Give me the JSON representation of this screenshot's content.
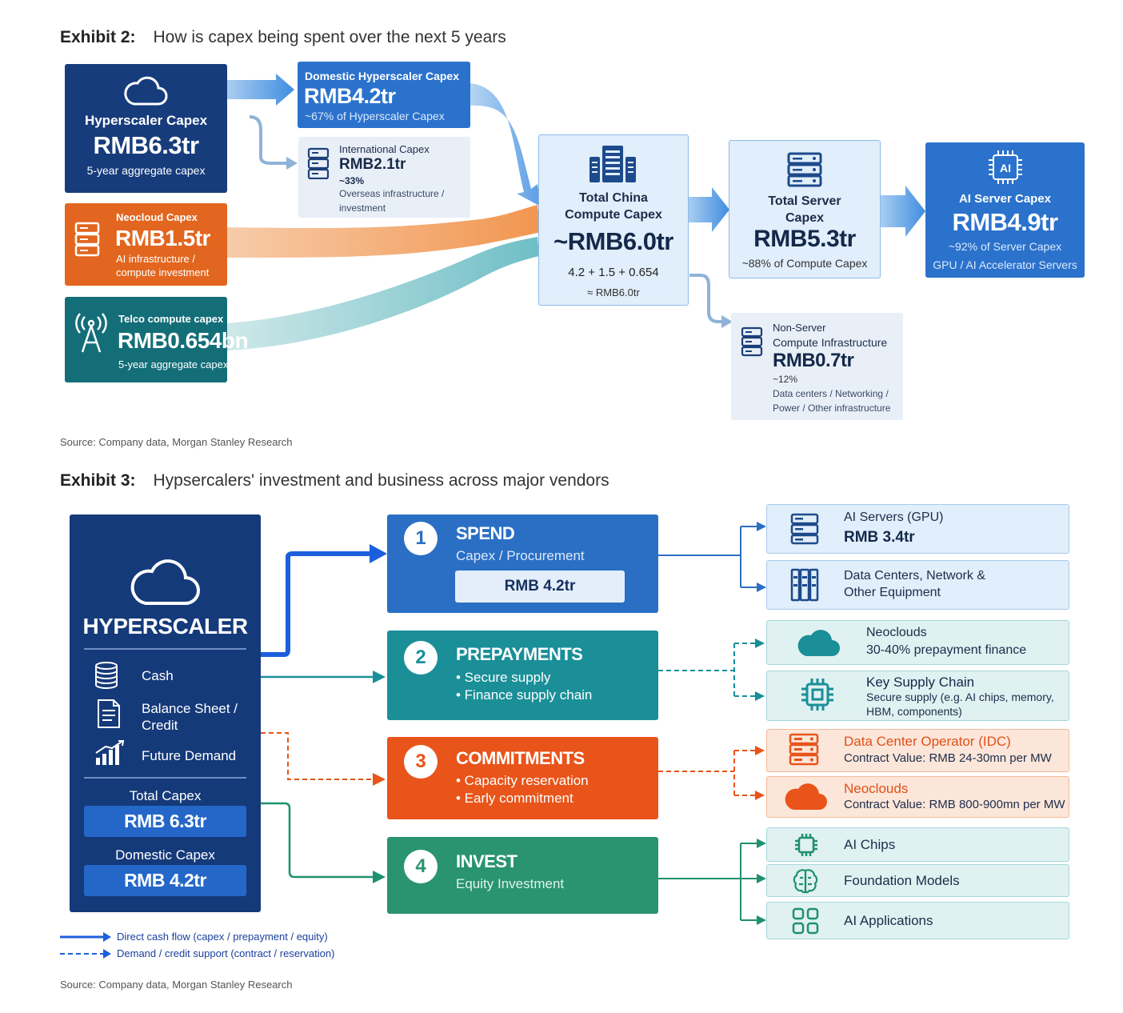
{
  "exhibit2": {
    "label": "Exhibit 2:",
    "title": "How is capex being spent over the next 5 years",
    "hyperscaler": {
      "title": "Hyperscaler Capex",
      "value": "RMB6.3tr",
      "sub": "5-year aggregate capex",
      "icon": "cloud-icon"
    },
    "neocloud": {
      "title": "Neocloud Capex",
      "value": "RMB1.5tr",
      "sub1": "AI infrastructure /",
      "sub2": "compute investment",
      "icon": "server-icon"
    },
    "telco": {
      "title": "Telco compute capex",
      "value": "RMB0.654bn",
      "sub": "5-year aggregate capex",
      "icon": "antenna-icon"
    },
    "domestic": {
      "title": "Domestic Hyperscaler Capex",
      "value": "RMB4.2tr",
      "sub": "~67% of Hyperscaler Capex"
    },
    "international": {
      "title": "International Capex",
      "value": "RMB2.1tr",
      "pct": "~33%",
      "sub1": "Overseas infrastructure /",
      "sub2": "investment",
      "icon": "server-rack-icon"
    },
    "total_china": {
      "title1": "Total China",
      "title2": "Compute Capex",
      "value": "~RMB6.0tr",
      "calc": "4.2 + 1.5 + 0.654",
      "approx": "≈ RMB6.0tr",
      "icon": "datacenter-icon"
    },
    "total_server": {
      "title1": "Total Server",
      "title2": "Capex",
      "value": "RMB5.3tr",
      "sub": "~88% of Compute Capex",
      "icon": "server-icon"
    },
    "ai_server": {
      "title": "AI Server Capex",
      "value": "RMB4.9tr",
      "sub1": "~92% of Server Capex",
      "sub2": "GPU / AI Accelerator Servers",
      "icon": "ai-chip-icon",
      "chip_text": "AI"
    },
    "non_server": {
      "title1": "Non-Server",
      "title2": "Compute Infrastructure",
      "value": "RMB0.7tr",
      "pct": "~12%",
      "sub1": "Data centers / Networking /",
      "sub2": "Power / Other infrastructure",
      "icon": "server-rack-icon"
    },
    "source": "Source: Company data, Morgan Stanley Research"
  },
  "exhibit3": {
    "label": "Exhibit 3:",
    "title": "Hypsercalers' investment and business across major vendors",
    "hyperscaler": {
      "title": "HYPERSCALER",
      "items": [
        {
          "label": "Cash",
          "icon": "coins-icon"
        },
        {
          "label1": "Balance Sheet /",
          "label2": "Credit",
          "icon": "document-icon"
        },
        {
          "label": "Future Demand",
          "icon": "growth-chart-icon"
        }
      ],
      "total_label": "Total Capex",
      "total_value": "RMB 6.3tr",
      "domestic_label": "Domestic Capex",
      "domestic_value": "RMB 4.2tr"
    },
    "steps": [
      {
        "num": "1",
        "title": "SPEND",
        "sub": "Capex / Procurement",
        "pill": "RMB 4.2tr",
        "color": "#2a6fc4"
      },
      {
        "num": "2",
        "title": "PREPAYMENTS",
        "b1": "• Secure supply",
        "b2": "• Finance supply chain",
        "color": "#1a8f98"
      },
      {
        "num": "3",
        "title": "COMMITMENTS",
        "b1": "• Capacity reservation",
        "b2": "• Early commitment",
        "color": "#e8541a"
      },
      {
        "num": "4",
        "title": "INVEST",
        "sub": "Equity Investment",
        "color": "#2a9470"
      }
    ],
    "targets": {
      "ai_servers": {
        "title": "AI Servers (GPU)",
        "value": "RMB 3.4tr",
        "icon": "server-icon"
      },
      "data_centers": {
        "title1": "Data Centers, Network &",
        "title2": "Other Equipment",
        "icon": "server-rack-icon"
      },
      "neoclouds_prepay": {
        "title": "Neoclouds",
        "sub": "30-40% prepayment finance",
        "icon": "cloud-icon"
      },
      "supply_chain": {
        "title": "Key Supply Chain",
        "sub1": "Secure supply (e.g. AI chips, memory,",
        "sub2": "HBM, components)",
        "icon": "chip-icon"
      },
      "idc": {
        "title": "Data Center Operator (IDC)",
        "sub": "Contract Value: RMB 24-30mn per MW",
        "icon": "server-icon"
      },
      "neoclouds_contract": {
        "title": "Neoclouds",
        "sub": "Contract Value: RMB 800-900mn per MW",
        "icon": "cloud-icon"
      },
      "ai_chips": {
        "title": "AI Chips",
        "icon": "chip-icon"
      },
      "foundation": {
        "title": "Foundation Models",
        "icon": "brain-icon"
      },
      "ai_apps": {
        "title": "AI Applications",
        "icon": "apps-grid-icon"
      }
    },
    "legend": {
      "solid": "Direct cash flow (capex / prepayment / equity)",
      "dashed": "Demand / credit support (contract / reservation)"
    },
    "source": "Source: Company data, Morgan Stanley Research"
  }
}
